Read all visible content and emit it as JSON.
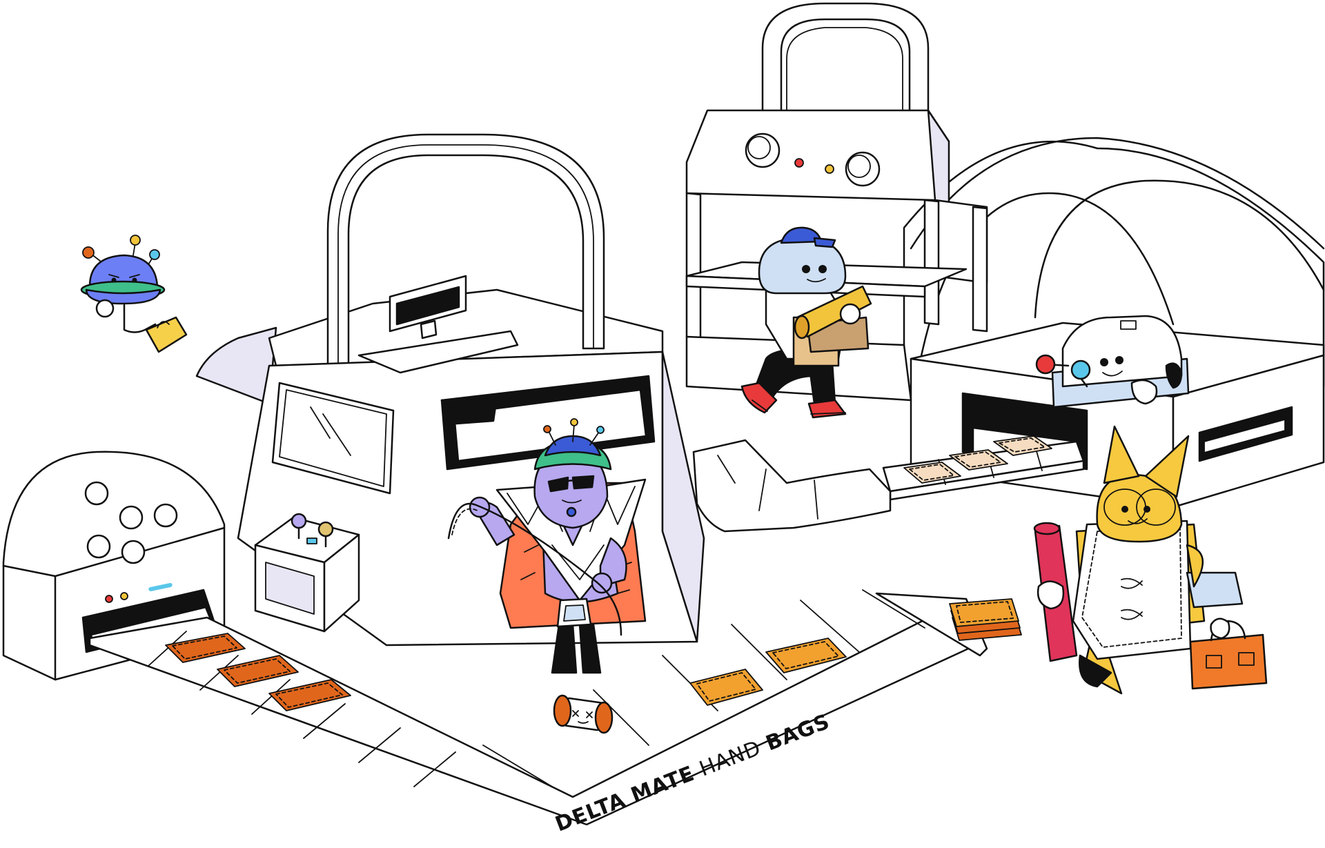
{
  "brand": {
    "word1": "DELTA MATE",
    "word2": "HAND",
    "word3": "BAGS"
  },
  "colors": {
    "outline": "#111111",
    "machine_fill": "#ffffff",
    "machine_shade": "#e8e6f4",
    "leather_orange": "#e0661c",
    "leather_amber": "#f2a12f",
    "leather_beige": "#f6dcc0",
    "robot_blue": "#6d7ff5",
    "robot_green": "#3fbf8a",
    "robot_yellow": "#f7d04a",
    "tailor_purple": "#b7a8ef",
    "tailor_vest": "#ff7b52",
    "worker_light_blue": "#cfe0f5",
    "cap_blue": "#3b5bd6",
    "cat_yellow": "#f7c93f",
    "red_roll": "#e0345a",
    "suitcase_orange": "#f07a2a",
    "light_red": "#e83a3a",
    "light_yellow": "#f2c43b",
    "light_green": "#9ad34b",
    "light_cyan": "#5ac7ea"
  }
}
